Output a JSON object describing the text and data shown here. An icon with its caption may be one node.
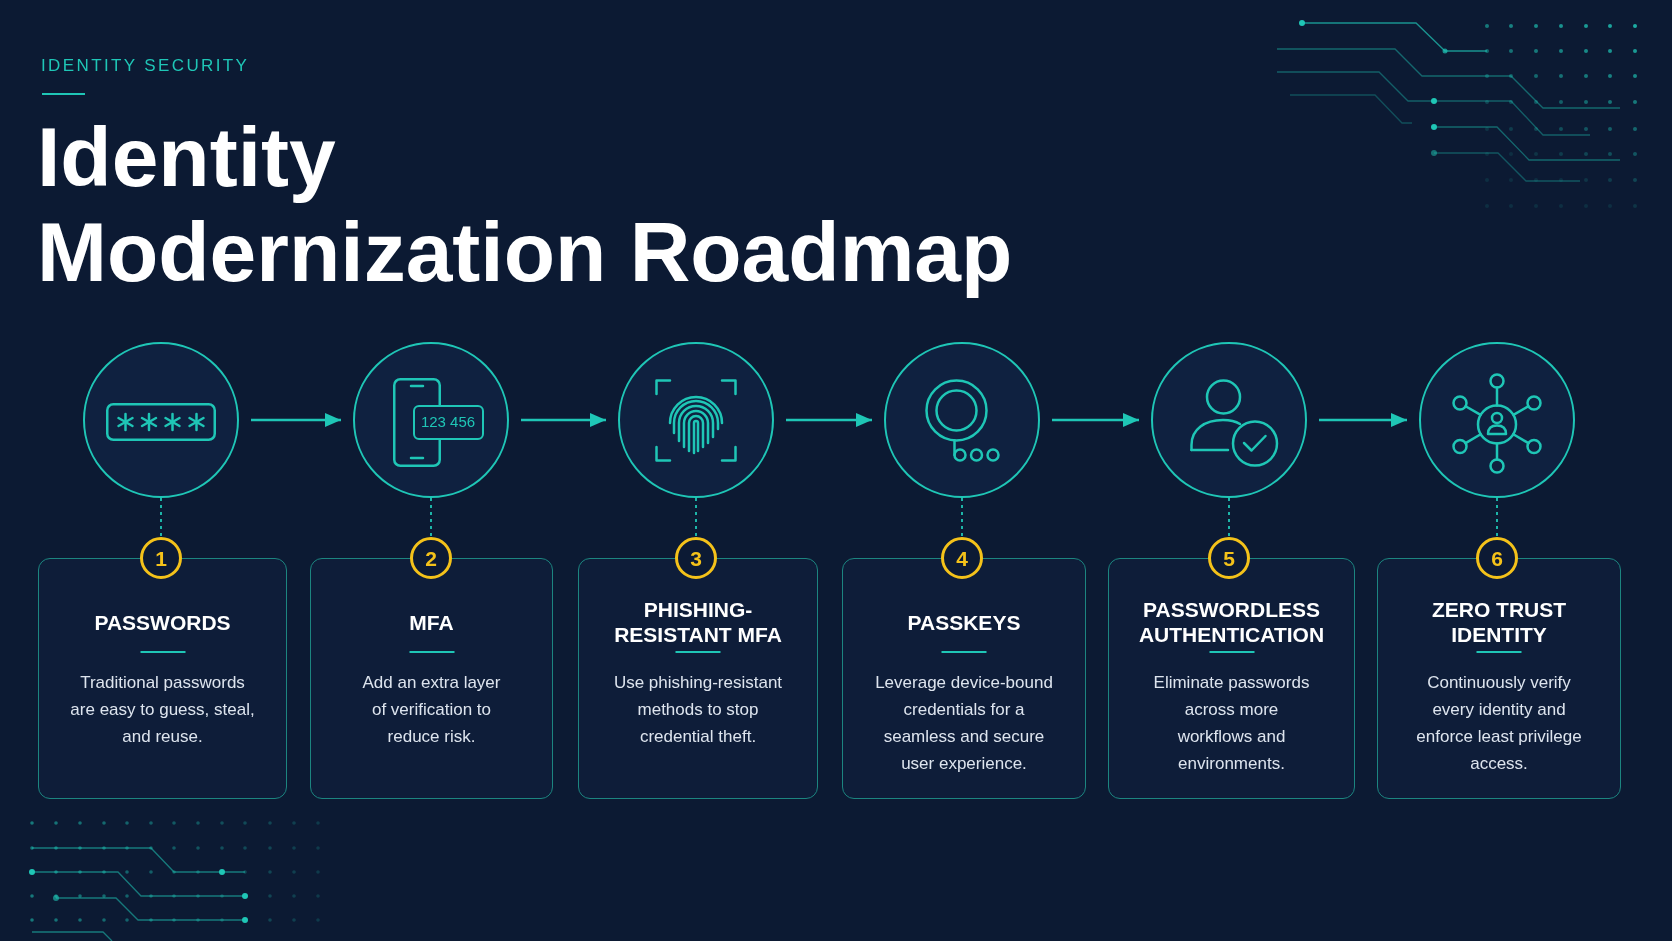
{
  "diagram": {
    "title": "Identity Modernization Roadmap",
    "nodes": [
      {
        "text": [],
        "shape": "circle"
      },
      {
        "text": [],
        "shape": "circle"
      },
      {
        "text": [],
        "shape": "circle"
      },
      {
        "text": [],
        "shape": "circle"
      },
      {
        "text": [],
        "shape": "circle"
      },
      {
        "text": [],
        "shape": "circle"
      },
      {
        "text": [
          "1"
        ]
      },
      {
        "text": [
          "2"
        ]
      },
      {
        "text": [
          "3"
        ]
      },
      {
        "text": [
          "4"
        ]
      },
      {
        "text": [
          "5"
        ]
      },
      {
        "text": [
          "6"
        ]
      },
      {
        "text": [
          "PASSWORDS",
          "Traditional passwords are easy to guess, steal, and reuse."
        ]
      },
      {
        "text": [
          "MFA",
          "Add an extra layer of verification to reduce risk."
        ]
      },
      {
        "text": [
          "PHISHING-RESISTANT MFA",
          "Use phishing-resistant methods to stop credential theft."
        ]
      },
      {
        "text": [
          "PASSKEYS",
          "Leverage device-bound credentials for a seamless and secure user experience."
        ]
      },
      {
        "text": [
          "PASSWORDLESS AUTHENTICATION",
          "Eliminate passwords across more workflows and environments."
        ]
      },
      {
        "text": [
          "ZERO TRUST IDENTITY",
          "Continuously verify every identity and enforce least privilege access."
        ]
      }
    ],
    "edges": [
      {
        "from": 0,
        "to": 1,
        "arrow": "to"
      },
      {
        "from": 1,
        "to": 2,
        "arrow": "to"
      },
      {
        "from": 2,
        "to": 3,
        "arrow": "to"
      },
      {
        "from": 3,
        "to": 4,
        "arrow": "to"
      },
      {
        "from": 4,
        "to": 5,
        "arrow": "to"
      },
      {
        "from": 0,
        "to": 6,
        "arrow": "none",
        "style": "dashed"
      },
      {
        "from": 1,
        "to": 7,
        "arrow": "none",
        "style": "dashed"
      },
      {
        "from": 2,
        "to": 8,
        "arrow": "none",
        "style": "dashed"
      },
      {
        "from": 3,
        "to": 9,
        "arrow": "none",
        "style": "dashed"
      },
      {
        "from": 4,
        "to": 10,
        "arrow": "none",
        "style": "dashed"
      },
      {
        "from": 5,
        "to": 11,
        "arrow": "none",
        "style": "dashed"
      }
    ],
    "labels": [
      "IDENTITY SECURITY",
      "123 456"
    ]
  }
}
